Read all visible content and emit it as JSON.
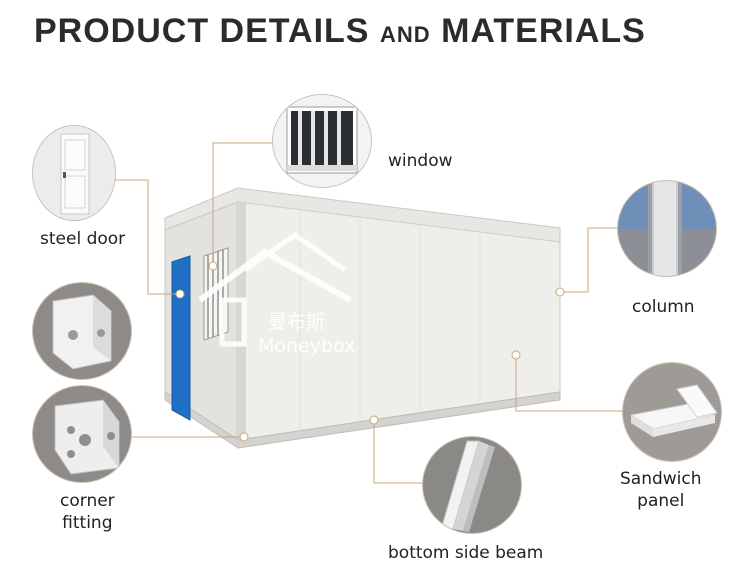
{
  "header": {
    "title_part1": "PRODUCT DETAILS",
    "title_part2": "AND",
    "title_part3": "MATERIALS"
  },
  "watermark": {
    "chinese": "曼布斯",
    "brand": "Moneybox"
  },
  "labels": {
    "steel_door": "steel door",
    "window": "window",
    "column": "column",
    "corner_fitting_line1": "corner",
    "corner_fitting_line2": "fitting",
    "sandwich_panel_line1": "Sandwich",
    "sandwich_panel_line2": "panel",
    "bottom_side_beam": "bottom side beam"
  },
  "colors": {
    "leader_line": "#c9a77c",
    "door_blue": "#1f6fc4",
    "panel_white": "#eeeeea",
    "frame_gray": "#d9d9d6"
  }
}
